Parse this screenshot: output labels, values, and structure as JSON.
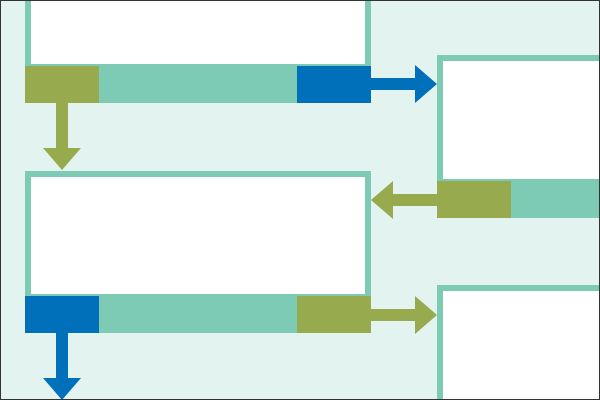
{
  "colors": {
    "background": "#E3F3F0",
    "box_border": "#7DCBB4",
    "box_fill": "#FFFFFF",
    "bar_teal": "#7DCBB4",
    "green": "#97AA4E",
    "blue": "#0070BA",
    "frame": "#333333"
  },
  "boxes": [
    {
      "id": "box-top-left",
      "segments": [
        {
          "color": "green",
          "name": "segment-green"
        },
        {
          "color": "bar_teal",
          "name": "segment-teal"
        },
        {
          "color": "blue",
          "name": "segment-blue"
        }
      ]
    },
    {
      "id": "box-middle-right",
      "segments": [
        {
          "color": "green",
          "name": "segment-green"
        },
        {
          "color": "bar_teal",
          "name": "segment-teal"
        }
      ]
    },
    {
      "id": "box-middle-left",
      "segments": [
        {
          "color": "blue",
          "name": "segment-blue"
        },
        {
          "color": "bar_teal",
          "name": "segment-teal"
        },
        {
          "color": "green",
          "name": "segment-green"
        }
      ]
    },
    {
      "id": "box-bottom-right",
      "segments": []
    }
  ],
  "arrows": [
    {
      "id": "arrow-top-right",
      "from": "box-top-left",
      "to": "box-middle-right",
      "color": "blue",
      "direction": "right"
    },
    {
      "id": "arrow-top-down",
      "from": "box-top-left",
      "to": "box-middle-left",
      "color": "green",
      "direction": "down"
    },
    {
      "id": "arrow-middle-left",
      "from": "box-middle-right",
      "to": "box-middle-left",
      "color": "green",
      "direction": "left"
    },
    {
      "id": "arrow-middle-right",
      "from": "box-middle-left",
      "to": "box-bottom-right",
      "color": "green",
      "direction": "right"
    },
    {
      "id": "arrow-bottom-down",
      "from": "box-middle-left",
      "to": "offscreen",
      "color": "blue",
      "direction": "down"
    }
  ]
}
